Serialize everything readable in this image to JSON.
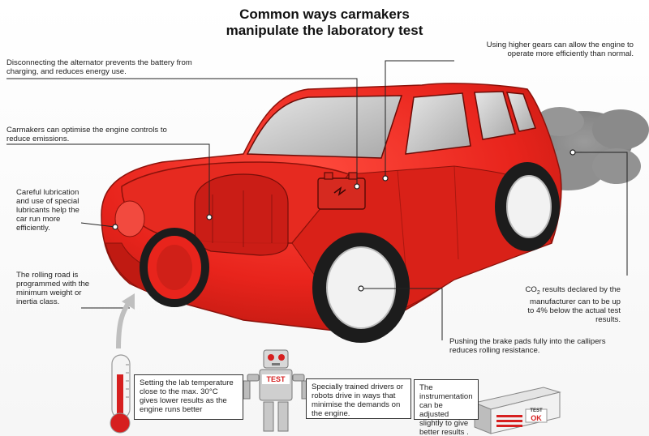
{
  "title": {
    "line1": "Common ways carmakers",
    "line2": "manipulate the laboratory test"
  },
  "annotations": {
    "alternator": "Disconnecting the alternator prevents the battery from charging, and reduces energy use.",
    "gears": "Using higher gears can allow the engine to operate more efficiently than normal.",
    "engine_controls": "Carmakers can optimise the engine controls to reduce emissions.",
    "lubrication": "Careful lubrication and use of special lubricants help the car run more efficiently.",
    "rolling_road": "The rolling road is programmed with the minimum weight or inertia class.",
    "co2_prefix": "CO",
    "co2_sub": "2",
    "co2_rest": " results declared by the manufacturer can to be up to 4% below the actual test results.",
    "brake_pads": "Pushing the brake pads fully into the callipers reduces rolling resistance.",
    "temperature": "Setting the lab temperature close to the max. 30°C gives lower results as the engine runs better",
    "drivers": "Specially trained drivers or robots drive in ways that minimise the demands on the engine.",
    "instrumentation": "The instrumentation can be adjusted slightly to give better results ."
  },
  "labels": {
    "robot_chest": "TEST",
    "device_top": "TEST",
    "device_bottom": "OK"
  },
  "colors": {
    "car_red": "#e8241c",
    "car_dark_red": "#a3140f",
    "tyre": "#1c1c1c",
    "glass": "#cfcfcf",
    "smoke": "#7a7a7a",
    "accent_red": "#d61f1f"
  },
  "icons": [
    "thermometer-icon",
    "robot-icon",
    "test-device-icon",
    "battery-icon",
    "arrow-icon"
  ]
}
